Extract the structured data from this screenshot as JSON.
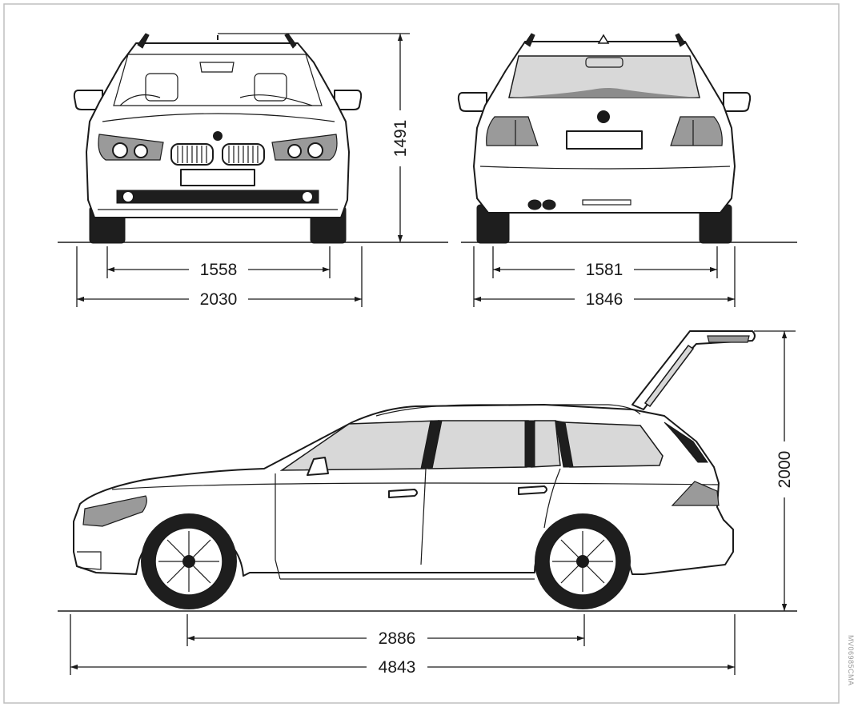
{
  "front_view": {
    "track_width": "1558",
    "overall_width": "2030",
    "height": "1491"
  },
  "rear_view": {
    "track_width": "1581",
    "overall_width": "1846"
  },
  "side_view": {
    "height_tailgate_open": "2000",
    "wheelbase": "2886",
    "overall_length": "4843"
  },
  "drawing_code": "MV06985CMA",
  "colors": {
    "line": "#1a1a1a",
    "background": "#ffffff",
    "glass": "#d8d8d8",
    "tire": "#1e1e1e",
    "border": "#bfbfbf"
  }
}
